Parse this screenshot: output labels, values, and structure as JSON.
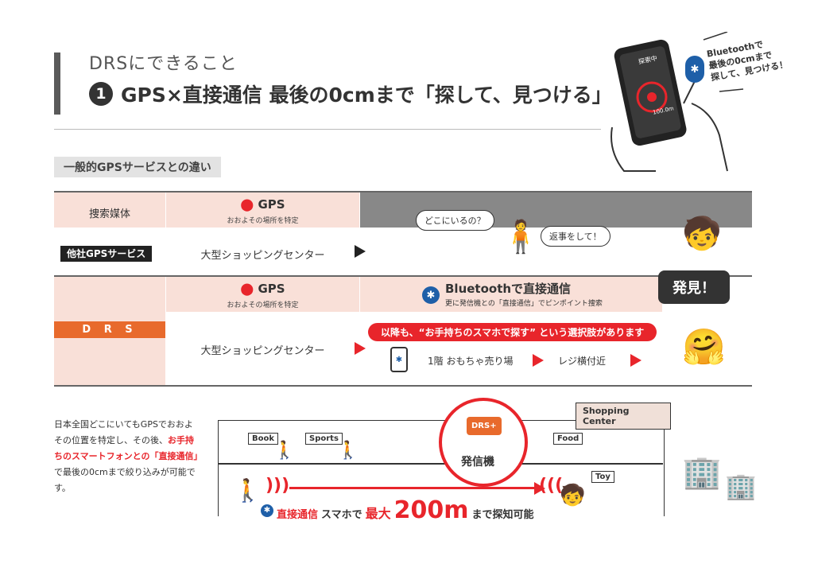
{
  "header": {
    "subtitle": "DRSにできること",
    "number": "1",
    "title": "GPS×直接通信 最後の0cmまで「探して、見つける」"
  },
  "promo": {
    "line1": "Bluetoothで",
    "line2": "最後の0cmまで",
    "line3": "探して、見つける！",
    "phone_status": "探索中",
    "phone_distance": "100.0m"
  },
  "section_label": "一般的GPSサービスとの違い",
  "table": {
    "header_label": "捜索媒体",
    "gps_title": "GPS",
    "gps_sub": "おおよその場所を特定",
    "other_service_label": "他社GPSサービス",
    "other_location": "大型ショッピングセンター",
    "bubble_where": "どこにいるの？",
    "bubble_reply": "返事をして！",
    "drs_label": "D R S",
    "drs_gps_title": "GPS",
    "drs_gps_sub": "おおよその場所を特定",
    "bt_title": "Bluetoothで直接通信",
    "bt_sub": "更に発信機との「直接通信」でピンポイント捜索",
    "found": "発見！",
    "option_pill": "以降も、“お手持ちのスマホで探す” という選択肢があります",
    "drs_location": "大型ショッピングセンター",
    "floor": "1階 おもちゃ売り場",
    "register": "レジ横付近"
  },
  "bottom": {
    "desc_part1": "日本全国どこにいてもGPSでおおよその位置を特定し、その後、",
    "desc_red": "お手持ちのスマートフォンとの「直接通信」",
    "desc_part2": "で最後の0cmまで絞り込みが可能です。",
    "shopping_center": "Shopping Center",
    "stores": [
      "Book",
      "Sports",
      "Food",
      "Toy"
    ],
    "drs_chip": "DRS+",
    "device_label": "発信機",
    "caption_direct": "直接通信",
    "caption_mid": "スマホで",
    "caption_max": "最大",
    "caption_big": "200m",
    "caption_end": "まで探知可能"
  },
  "colors": {
    "accent_red": "#e8252b",
    "drs_orange": "#e86a2c",
    "pink": "#f9e0d8",
    "bluetooth_blue": "#1e5fa8"
  }
}
